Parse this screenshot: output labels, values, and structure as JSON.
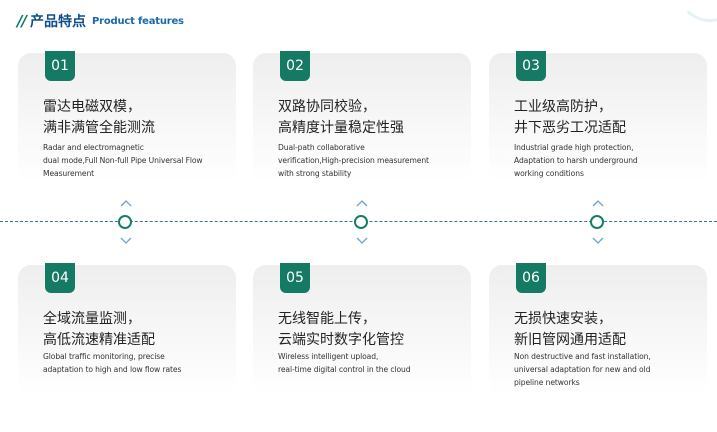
{
  "header": {
    "slashes": "//",
    "title_cn": "产品特点",
    "title_en": "Product features"
  },
  "cards": [
    {
      "num": "01",
      "title": "雷达电磁双模，\n满非满管全能测流",
      "desc": "Radar and electromagnetic\ndual mode,Full Non-full Pipe Universal Flow\nMeasurement"
    },
    {
      "num": "02",
      "title": "双路协同校验，\n高精度计量稳定性强",
      "desc": "Dual-path collaborative\nverification,High-precision measurement\nwith strong stability"
    },
    {
      "num": "03",
      "title": "工业级高防护，\n井下恶劣工况适配",
      "desc": "Industrial grade high protection,\nAdaptation to harsh underground\nworking conditions"
    },
    {
      "num": "04",
      "title": "全域流量监测，\n高低流速精准适配",
      "desc": "Global traffic monitoring, precise\nadaptation to high and low flow rates"
    },
    {
      "num": "05",
      "title": "无线智能上传，\n云端实时数字化管控",
      "desc": "Wireless intelligent upload,\nreal-time digital control in the cloud"
    },
    {
      "num": "06",
      "title": "无损快速安装，\n新旧管网通用适配",
      "desc": "Non destructive and fast installation,\nuniversal adaptation for new and old\npipeline networks"
    }
  ],
  "colors": {
    "accent": "#157a64",
    "title_blue": "#0f4e8c",
    "timeline": "#2f75a8"
  },
  "icons": {
    "up": "chevron-up-icon",
    "down": "chevron-down-icon",
    "node": "timeline-node-icon"
  }
}
